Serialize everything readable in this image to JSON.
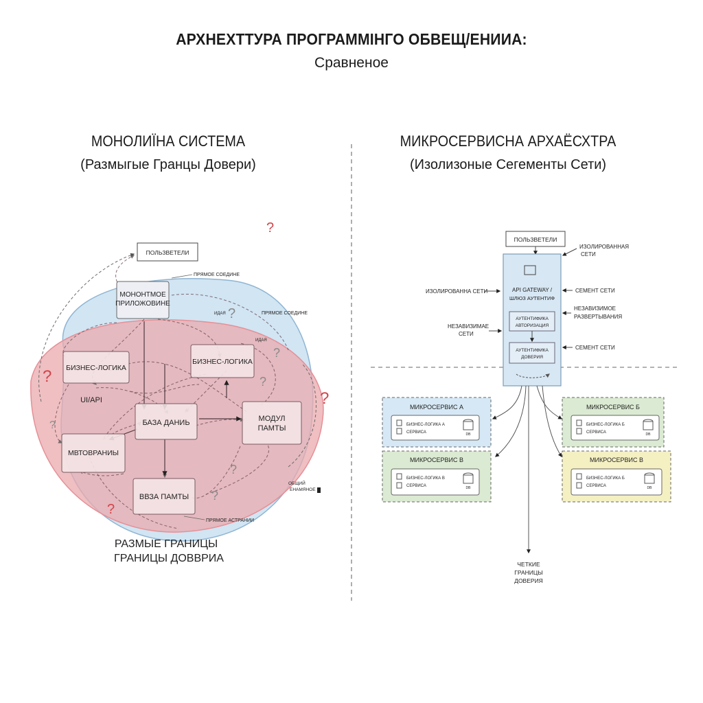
{
  "title": "АРХНЕХТТУРА ПРОГРАММІНГО ОБВЕЩ/ЕНИИА:",
  "subtitle": "Сравненое",
  "left": {
    "heading": "МОНОЛИЇНА СИСТЕМА",
    "subheading": "(Размыгые Гранцы Довери)",
    "user_label": "ПОЛЬЗВЕТЕЛИ",
    "app_box": [
      "МОНОНТМОЕ",
      "ПРИЛОЖОВИНЕ"
    ],
    "business1": "БИЗНЕС-ЛОГИКА",
    "business2": "БИЗНЕС-ЛОГИКА",
    "ui_api": "UI/API",
    "db_box": "БАЗА ДАНИЬ",
    "memory_module": [
      "МОДУЛ",
      "ПАМТЫ"
    ],
    "auth_box": "МВТОВРАНИЫ",
    "memory_base": "ВВЗА ПАМТЫ",
    "annot_direct1": "ПРЯМОЕ СОЕДИНЕ",
    "annot_direct2": "ПРЯМОЕ СОЕДИНЕ",
    "annot_small1": "ИДАЯ",
    "annot_small2": "ИДАЯ",
    "annot_shared": [
      "ОБЩИЙ",
      "ЕНАМЯНОЕ"
    ],
    "annot_bottom": "ПРЯМОЕ АСТРАНИИ",
    "footer": [
      "РАЗМЫЕ ГРАНИЦЫ",
      "ГРАНИЦЫ ДОВВРИА"
    ],
    "question_mark": "?"
  },
  "right": {
    "heading": "МИКРОСЕРВИСНА АРХАЁСХТРА",
    "subheading": "(Изолизоные Сегементы Сети)",
    "user_label": "ПОЛЬЗВЕТЕЛИ",
    "gateway": [
      "API GATEWAY /",
      "ШЛЮЗ АУТЕНТИФ"
    ],
    "auth_box": [
      "АУТЕНТИФИКА",
      "АВТОРИЗАЦИЯ"
    ],
    "auth_box2": [
      "АУТЕНТИФИКА",
      "ДОВЕРИЯ"
    ],
    "label_isolated_top": [
      "ИЗОЛИРОВАННАЯ",
      "СЕТИ"
    ],
    "label_isolated_left": "ИЗОЛИРОВАННА СЕТИ",
    "label_segment1": "СЕМЕНТ СЕТИ",
    "label_independent_right": [
      "НЕЗАВИЗИМОЕ",
      "РАЗВЕРТЫВАНИЯ"
    ],
    "label_independent_left": [
      "НЕЗАВИЗИМАЕ",
      "СЕТИ"
    ],
    "label_segment2": "СЕМЕНТ СЕТИ",
    "services": [
      {
        "name": "МИКРОСЕРВИС А",
        "item": [
          "БИЗНЕС-ЛОГИКА А",
          "СЕРВИСА"
        ],
        "db": "DB"
      },
      {
        "name": "МИКРОСЕРВИС Б",
        "item": [
          "БИЗНЕС-ЛОГИКА Б",
          "СЕРВИСА"
        ],
        "db": "DB"
      },
      {
        "name": "МИКРОСЕРВИС В",
        "item": [
          "БИЗНЕС-ЛОГИКА В",
          "СЕРВИСА"
        ],
        "db": "DB"
      },
      {
        "name": "МИКРОСЕРВИС В",
        "item": [
          "БИЗНЕС-ЛОГИКА Б",
          "СЕРВИСА"
        ],
        "db": "DB"
      }
    ],
    "footer": [
      "ЧЕТКИЕ",
      "ГРАНИЦЫ",
      "ДОВЕРИЯ"
    ]
  },
  "colors": {
    "blue_zone": "#c9e0f1",
    "red_zone": "#e9a9ae",
    "box_fill": "#f4e4e6",
    "blue_box": "#d6e8f5",
    "green_box": "#dbead2",
    "yellow_box": "#f5f0c2",
    "question_red": "#d0464b",
    "question_gray": "#8a8a8a"
  }
}
